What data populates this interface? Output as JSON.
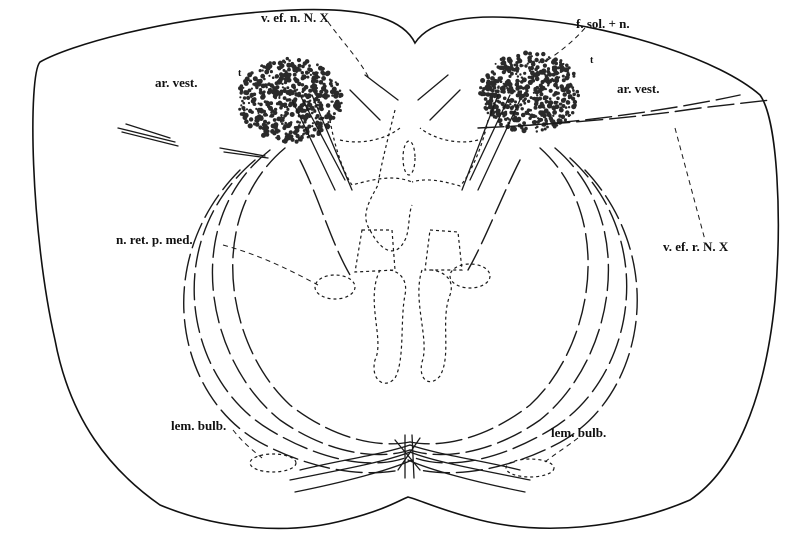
{
  "labels": {
    "v_ef_n_n_x": "v. ef. n. N. X",
    "f_sol_n": "f. sol. + n.",
    "ar_vest_left": "ar. vest.",
    "ar_vest_right": "ar. vest.",
    "t_left": "t",
    "t_right": "t",
    "v_ef_r_n_x": "v. ef. r. N. X",
    "n_ret_p_med": "n. ret. p. med.",
    "lem_bulb_left": "lem. bulb.",
    "lem_bulb_right": "lem. bulb."
  }
}
